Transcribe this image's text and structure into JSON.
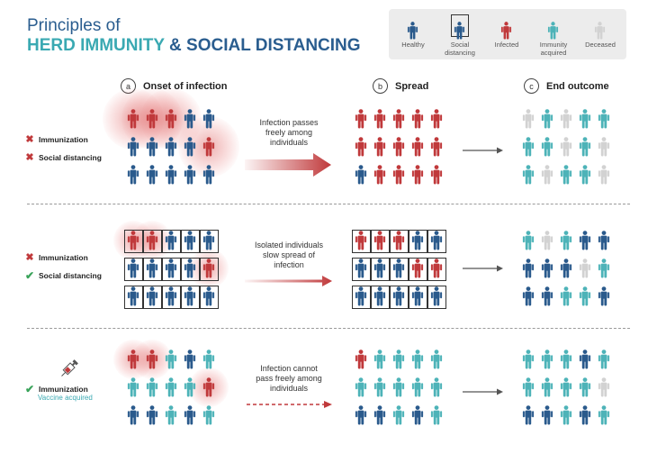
{
  "title": {
    "line1": "Principles of",
    "herd": "HERD IMMUNITY",
    "amp": "&",
    "social": "SOCIAL DISTANCING"
  },
  "legend": {
    "healthy": "Healthy",
    "social_line1": "Social",
    "social_line2": "distancing",
    "infected": "Infected",
    "immunity_line1": "Immunity",
    "immunity_line2": "acquired",
    "deceased": "Deceased"
  },
  "columns": {
    "a": {
      "letter": "a",
      "label": "Onset of infection"
    },
    "b": {
      "letter": "b",
      "label": "Spread"
    },
    "c": {
      "letter": "c",
      "label": "End outcome"
    }
  },
  "rows": [
    {
      "conditions": [
        {
          "mark": "✖",
          "label": "Immunization"
        },
        {
          "mark": "✖",
          "label": "Social distancing"
        }
      ],
      "desc": [
        "Infection passes",
        "freely among",
        "individuals"
      ],
      "onset": [
        "IIIHH",
        "HHHHI",
        "HHHHH"
      ],
      "spread": [
        "IIIII",
        "IIIII",
        "HIIII"
      ],
      "outcome": [
        "DTDTT",
        "TTDTD",
        "TDTTD"
      ],
      "framed_onset": false,
      "framed_spread": false
    },
    {
      "conditions": [
        {
          "mark": "✖",
          "label": "Immunization"
        },
        {
          "mark": "✔",
          "label": "Social distancing"
        }
      ],
      "desc": [
        "Isolated individuals",
        "slow spread of",
        "infection"
      ],
      "onset": [
        "IIHHH",
        "HHHHI",
        "HHHHH"
      ],
      "spread": [
        "IIIHH",
        "HHHII",
        "HHHHH"
      ],
      "outcome": [
        "TDTHH",
        "HHHDT",
        "HHTTH"
      ],
      "framed_onset": true,
      "framed_spread": true
    },
    {
      "conditions": [
        {
          "mark": "✔",
          "label": "Immunization"
        }
      ],
      "vaccine_label": "Vaccine acquired",
      "desc": [
        "Infection cannot",
        "pass freely among",
        "individuals"
      ],
      "onset": [
        "IITHT",
        "TTTTI",
        "HHTHT"
      ],
      "spread": [
        "ITTTT",
        "TTTTT",
        "HHTHT"
      ],
      "outcome": [
        "TTTHT",
        "TTTTD",
        "HHTHT"
      ],
      "framed_onset": false,
      "framed_spread": false
    }
  ],
  "colors": {
    "healthy": "#2a5a8c",
    "infected": "#c0393b",
    "immune": "#4db3b8",
    "deceased": "#d2d2d2",
    "accent_red": "#c0393b"
  },
  "icons": {
    "person": "person-icon",
    "syringe": "syringe-icon",
    "arrow": "arrow-icon"
  }
}
